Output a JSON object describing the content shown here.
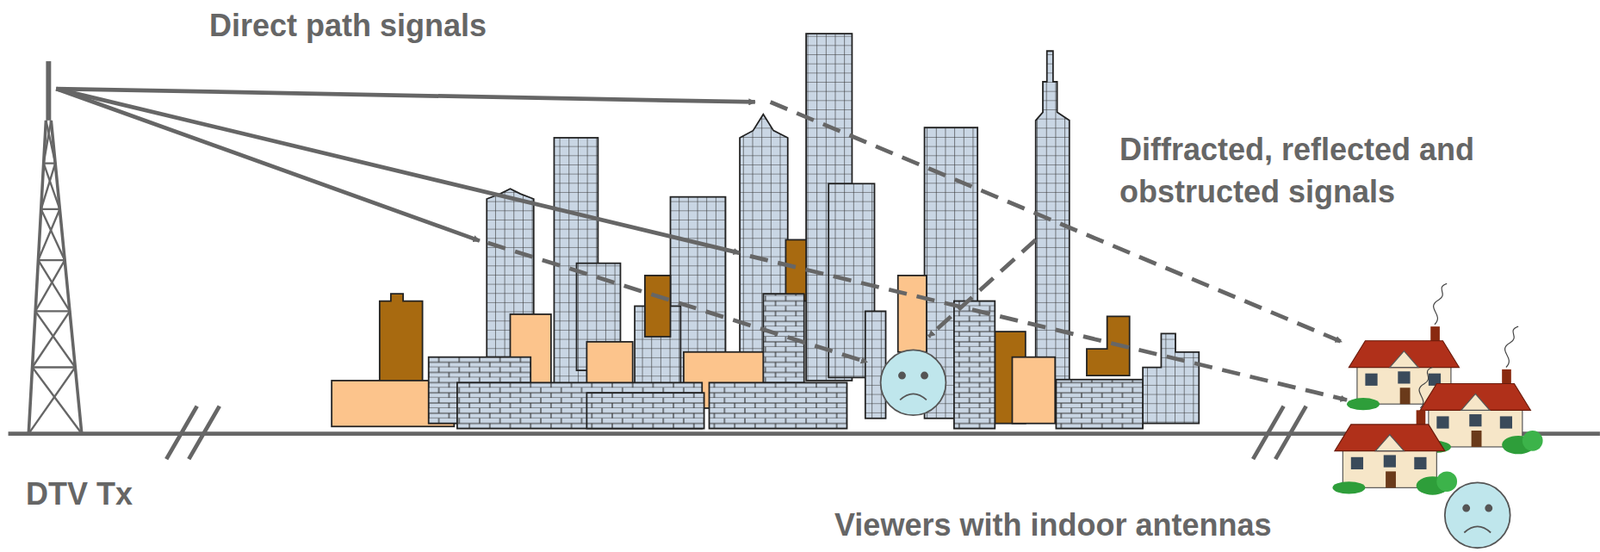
{
  "diagram": {
    "labels": [
      "Direct path signals",
      "Diffracted, reflected and obstructed signals",
      "DTV Tx",
      "Viewers with indoor antennas"
    ]
  }
}
